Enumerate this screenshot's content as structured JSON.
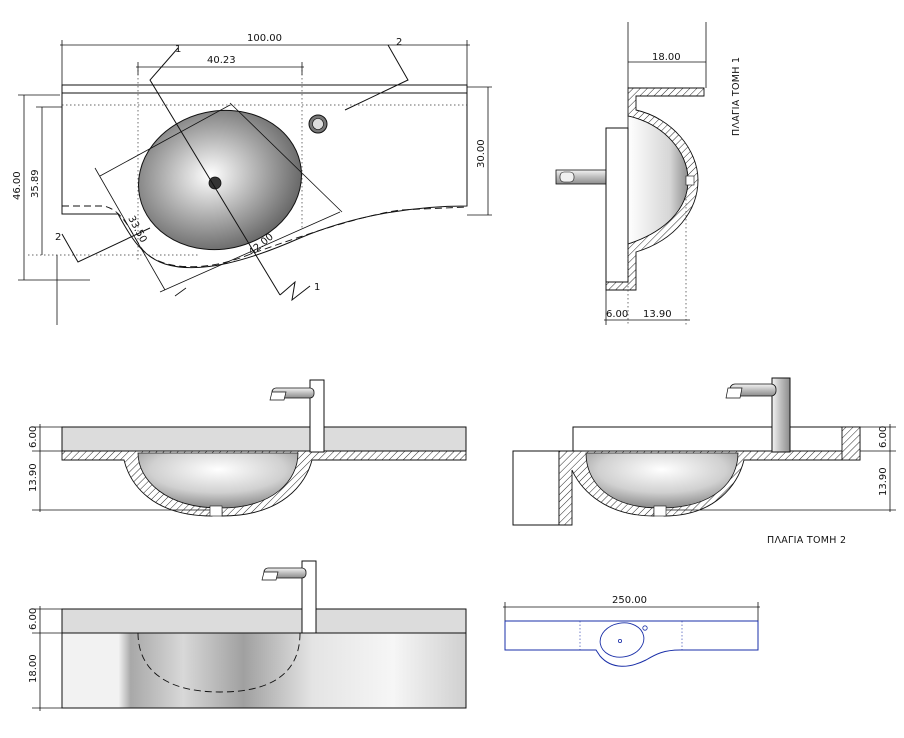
{
  "top_view": {
    "dim_overall_width": "100.00",
    "dim_bowl_offset": "40.23",
    "dim_depth_total": "46.00",
    "dim_depth_left": "35.89",
    "dim_depth_right": "30.00",
    "dim_bowl_minor": "33.50",
    "dim_bowl_major": "42.00",
    "section_mark_1": "1",
    "section_mark_2": "2"
  },
  "side_section_1": {
    "title": "ΠΛΑΓΙΑ ΤΟΜΗ 1",
    "dim_top": "18.00",
    "dim_wall": "6.00",
    "dim_bowl": "13.90"
  },
  "front_section": {
    "dim_slab": "6.00",
    "dim_bowl": "13.90"
  },
  "side_section_2": {
    "title": "ΠΛΑΓΙΑ ΤΟΜΗ 2",
    "dim_slab": "6.00",
    "dim_bowl": "13.90"
  },
  "front_elevation": {
    "dim_slab": "6.00",
    "dim_apron": "18.00"
  },
  "plan_small": {
    "dim_length": "250.00"
  },
  "colors": {
    "line": "#111111",
    "plan_outline": "#1a2fa8",
    "surface": "#dcdcdc",
    "bowl_dark": "#6e6e6e"
  }
}
